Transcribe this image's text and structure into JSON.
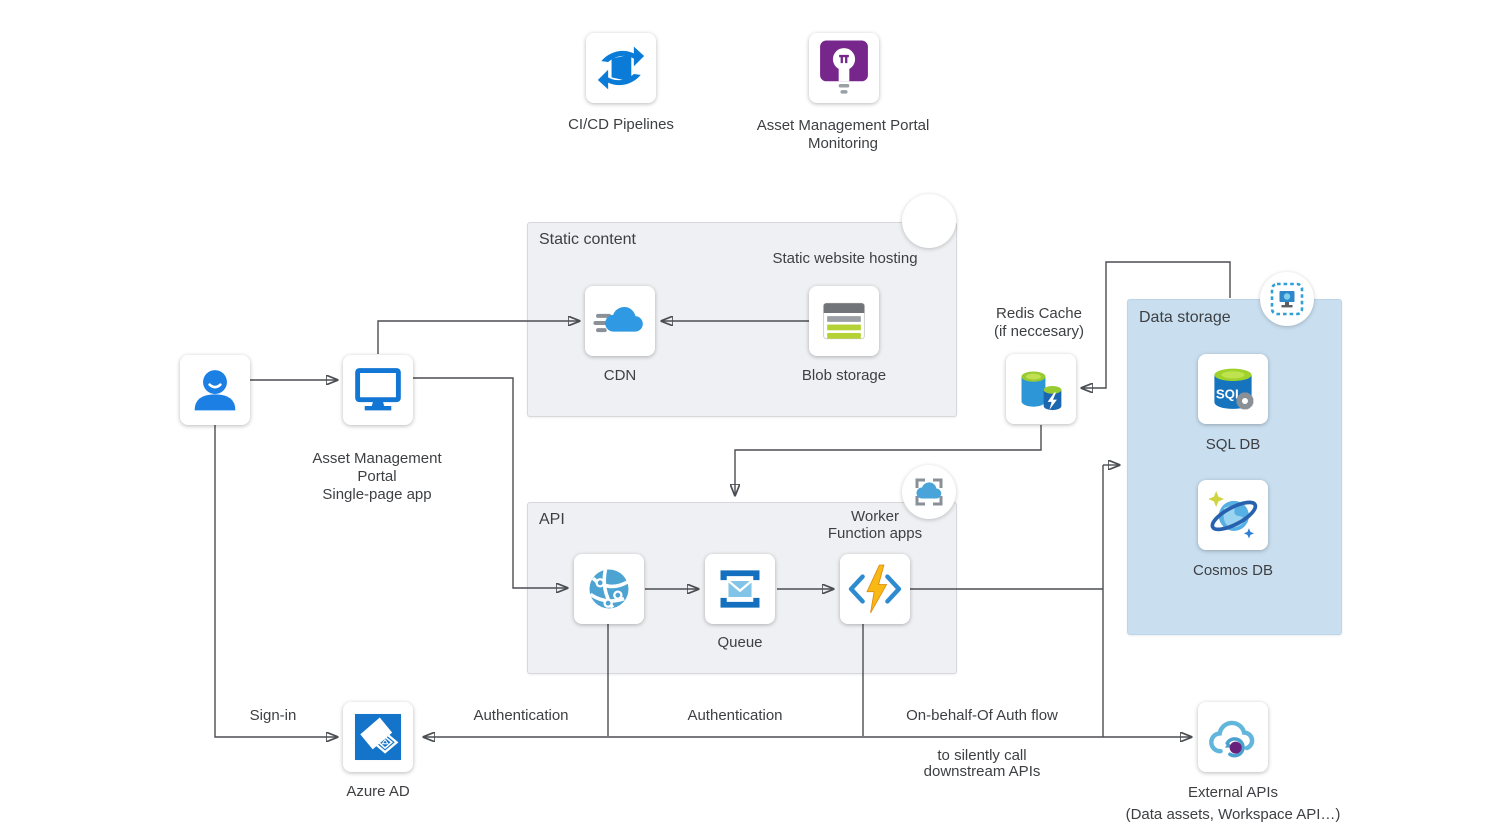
{
  "diagram": {
    "top": {
      "cicd": {
        "label": "CI/CD Pipelines"
      },
      "monitoring": {
        "label_line1": "Asset Management Portal",
        "label_line2": "Monitoring"
      }
    },
    "groups": {
      "static_content": {
        "title": "Static content",
        "hosting_label": "Static website hosting"
      },
      "api": {
        "title": "API",
        "worker_line1": "Worker",
        "worker_line2": "Function apps"
      },
      "data_storage": {
        "title": "Data storage"
      }
    },
    "nodes": {
      "spa": {
        "line1": "Asset Management",
        "line2": "Portal",
        "line3": "Single-page app"
      },
      "cdn": {
        "label": "CDN"
      },
      "blob": {
        "label": "Blob storage"
      },
      "redis": {
        "line1": "Redis Cache",
        "line2": "(if neccesary)"
      },
      "queue": {
        "label": "Queue"
      },
      "sql": {
        "label": "SQL DB",
        "icon_text": "SQL"
      },
      "cosmos": {
        "label": "Cosmos DB"
      },
      "azure_ad": {
        "label": "Azure AD"
      },
      "external_apis": {
        "line1": "External APIs",
        "line2": "(Data assets, Workspace API…)"
      }
    },
    "edge_labels": {
      "sign_in": "Sign-in",
      "auth_left": "Authentication",
      "auth_mid": "Authentication",
      "obo": "On-behalf-Of Auth flow",
      "obo_sub1": "to silently call",
      "obo_sub2": "downstream APIs"
    },
    "colors": {
      "accent_blue": "#1276d4",
      "group_gray": "#eef0f3",
      "data_storage_fill": "#c9dff0",
      "line": "#4a4d52",
      "devops_blue": "#0a7cd7",
      "insights_purple": "#77278c",
      "function_yellow": "#f9b914",
      "storage_green": "#b4d235"
    }
  }
}
